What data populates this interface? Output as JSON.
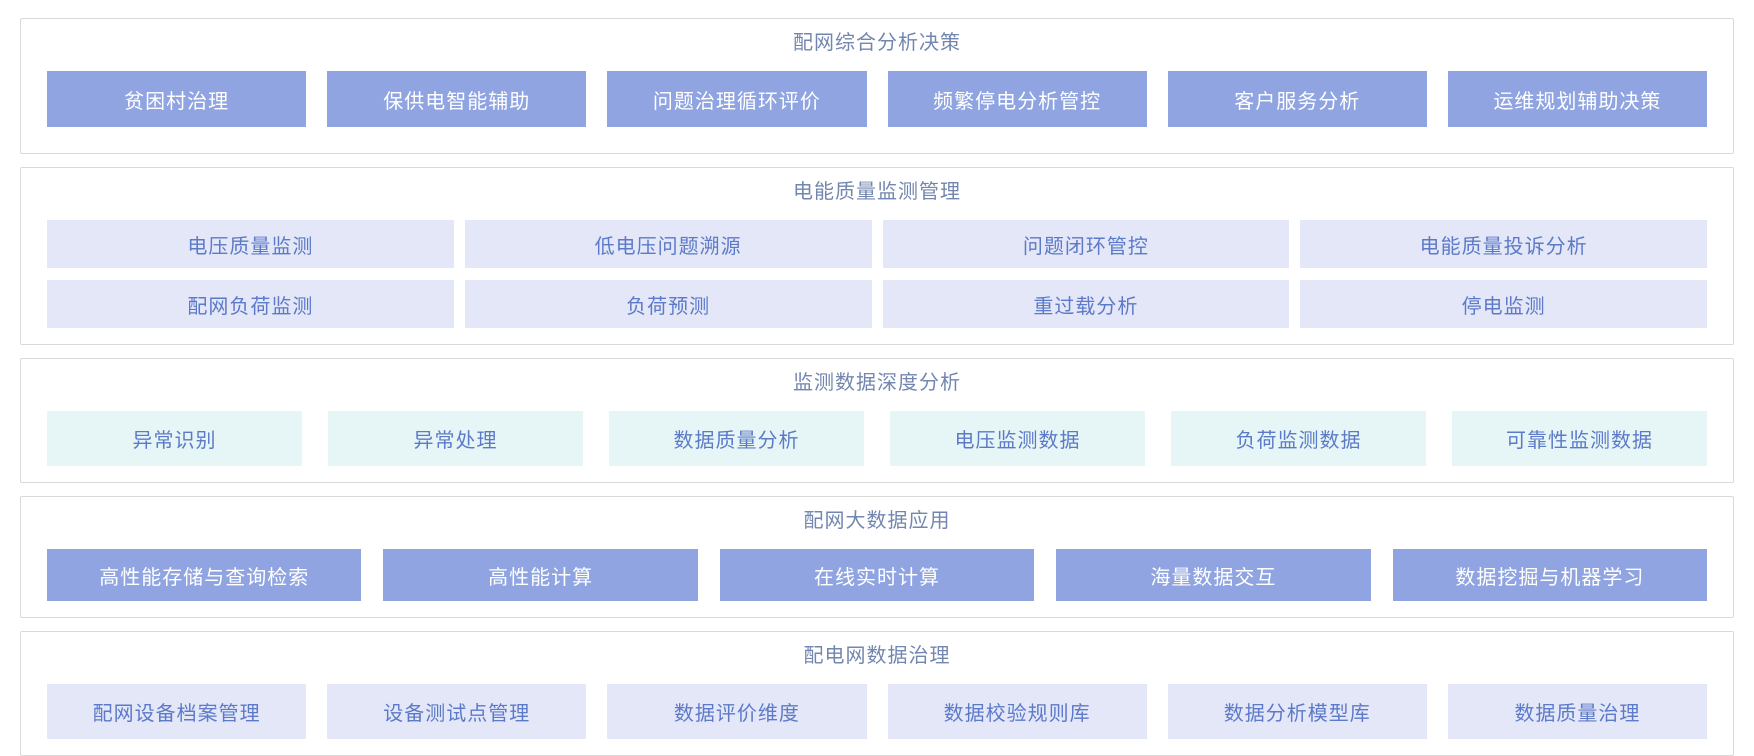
{
  "colors": {
    "solid_button_bg": "#8fa4e0",
    "solid_button_text": "#ffffff",
    "lavender_button_bg": "#e3e7f8",
    "cyan_button_bg": "#e6f6f6",
    "light_button_text": "#5d7ac9",
    "section_title_text": "#7386af",
    "panel_border": "#d9d9d9"
  },
  "sections": [
    {
      "title": "配网综合分析决策",
      "style": "solid",
      "rows": [
        [
          "贫困村治理",
          "保供电智能辅助",
          "问题治理循环评价",
          "频繁停电分析管控",
          "客户服务分析",
          "运维规划辅助决策"
        ]
      ]
    },
    {
      "title": "电能质量监测管理",
      "style": "lavender",
      "rows": [
        [
          "电压质量监测",
          "低电压问题溯源",
          "问题闭环管控",
          "电能质量投诉分析"
        ],
        [
          "配网负荷监测",
          "负荷预测",
          "重过载分析",
          "停电监测"
        ]
      ]
    },
    {
      "title": "监测数据深度分析",
      "style": "cyan",
      "rows": [
        [
          "异常识别",
          "异常处理",
          "数据质量分析",
          "电压监测数据",
          "负荷监测数据",
          "可靠性监测数据"
        ]
      ]
    },
    {
      "title": "配网大数据应用",
      "style": "solid",
      "rows": [
        [
          "高性能存储与查询检索",
          "高性能计算",
          "在线实时计算",
          "海量数据交互",
          "数据挖掘与机器学习"
        ]
      ]
    },
    {
      "title": "配电网数据治理",
      "style": "lavender",
      "rows": [
        [
          "配网设备档案管理",
          "设备测试点管理",
          "数据评价维度",
          "数据校验规则库",
          "数据分析模型库",
          "数据质量治理"
        ]
      ]
    }
  ]
}
